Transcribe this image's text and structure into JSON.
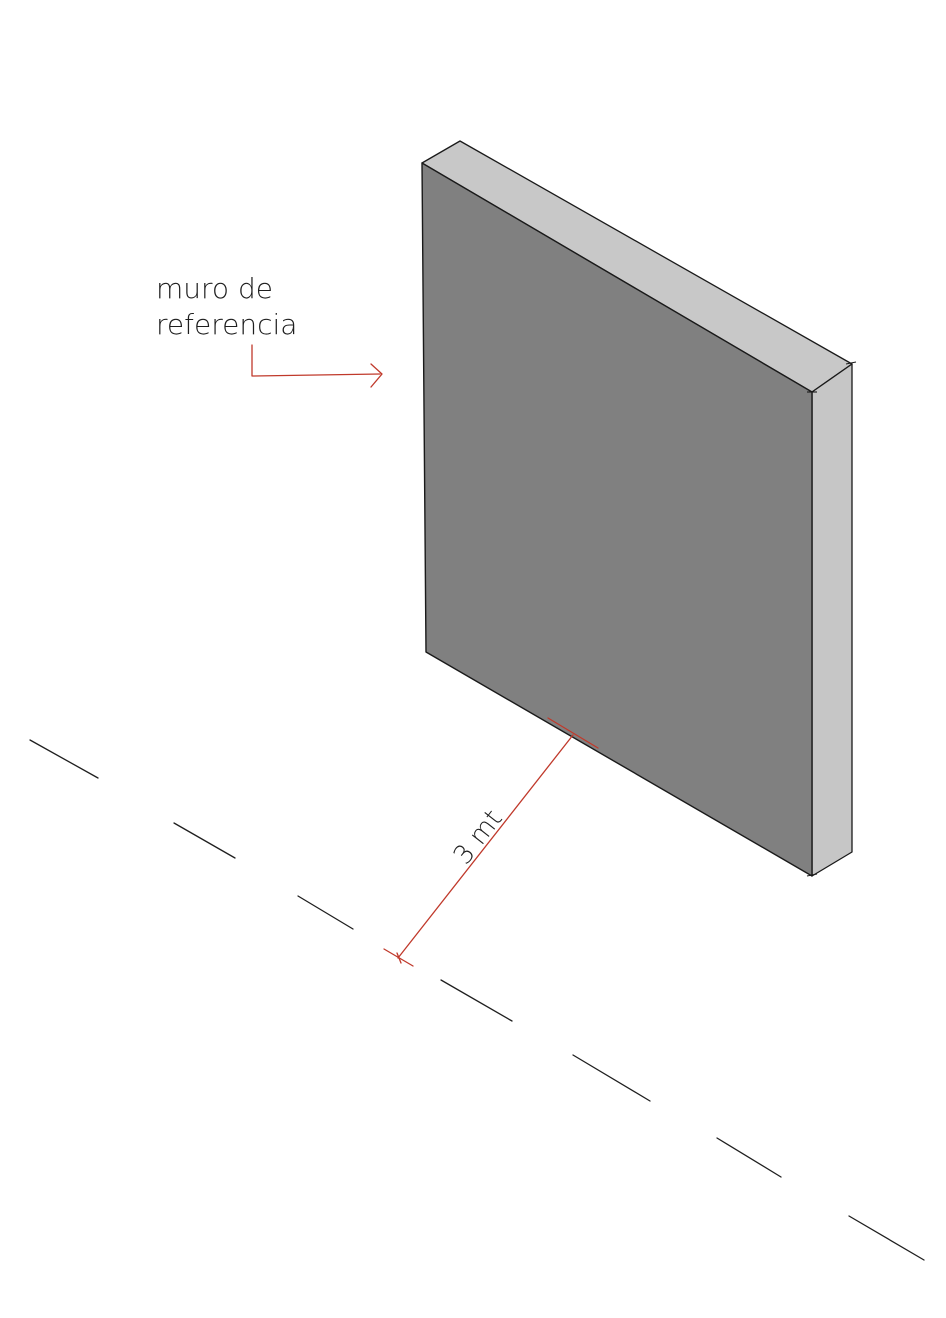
{
  "annotation": {
    "line1": "muro de",
    "line2": "referencia"
  },
  "dimension": {
    "label": "3 mt"
  },
  "colors": {
    "wall_front": "#808080",
    "wall_top": "#c8c8c8",
    "wall_side": "#c6c6c6",
    "outline": "#1a1a1a",
    "annotation_red": "#c0392b",
    "ink": "#1e1e1e"
  }
}
